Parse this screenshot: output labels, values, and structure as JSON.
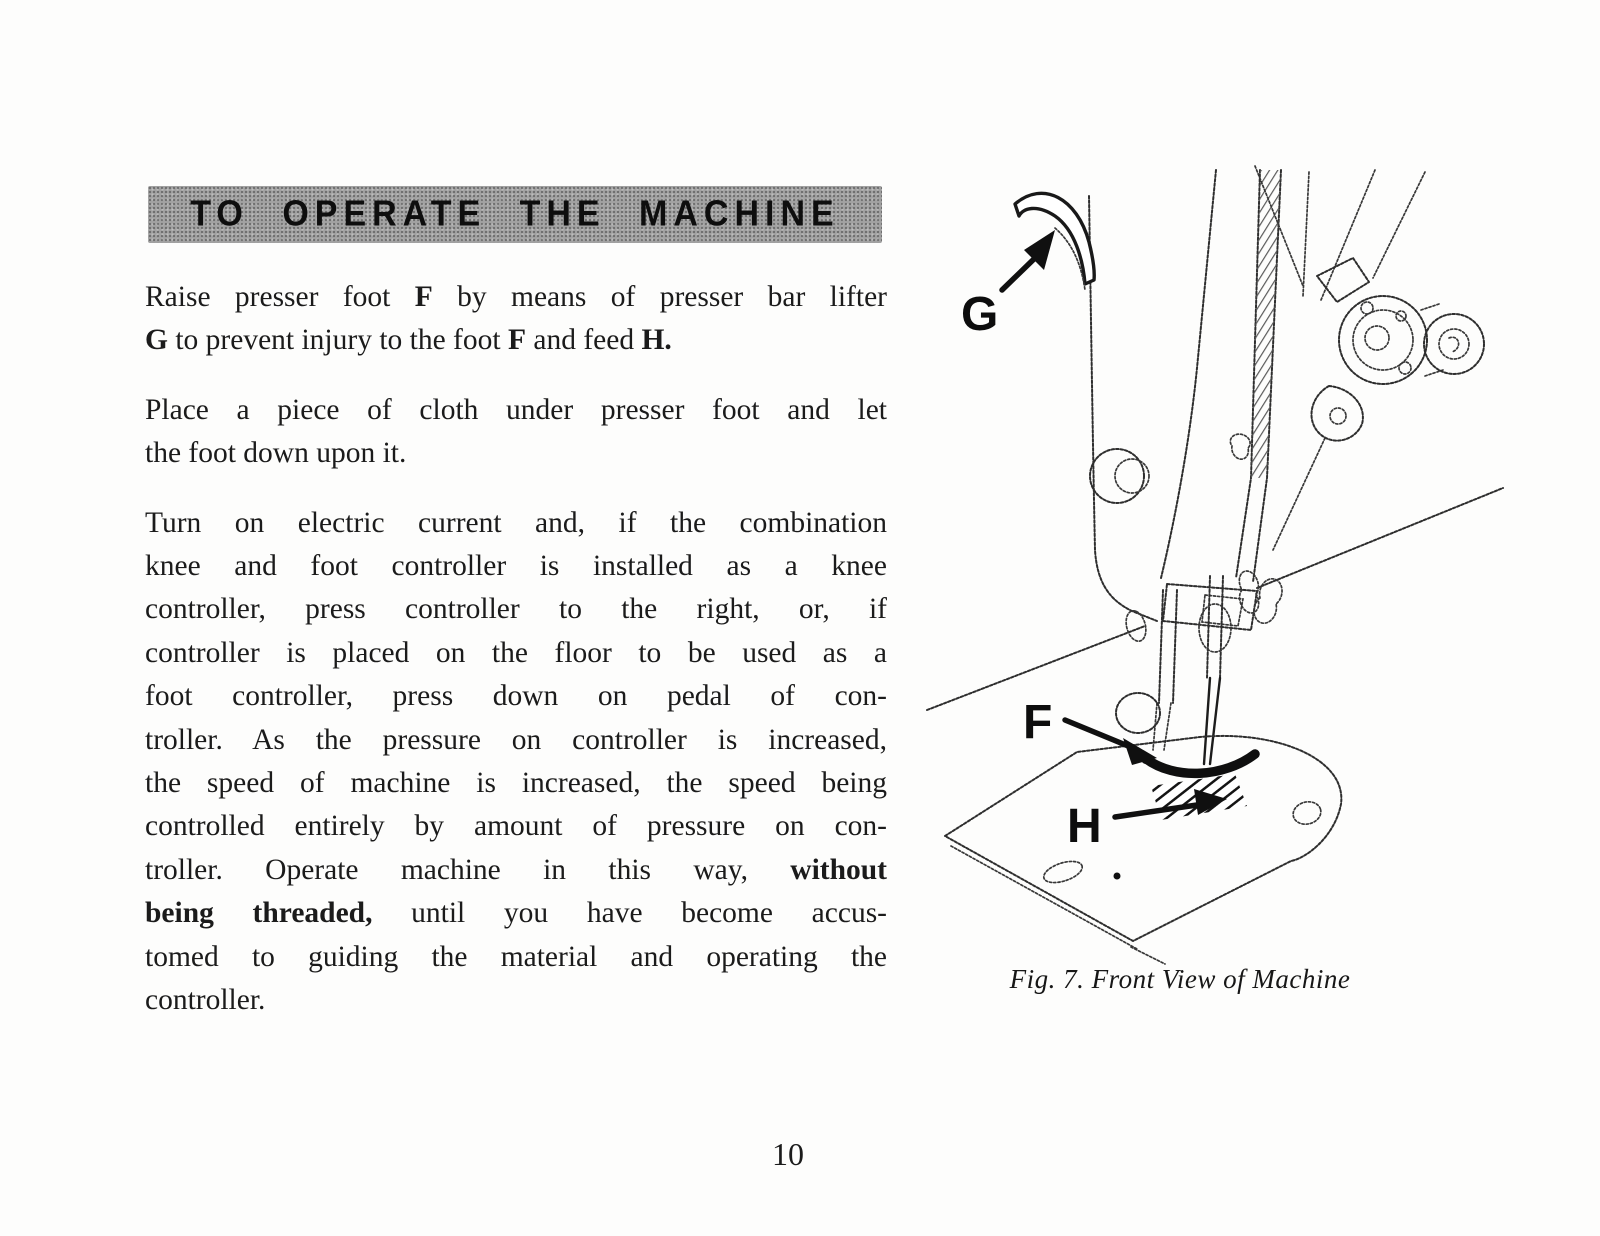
{
  "banner": {
    "title": "TO OPERATE THE MACHINE"
  },
  "content": {
    "paragraphs": [
      {
        "lines": [
          {
            "justify": true,
            "segments": [
              {
                "text": "Raise presser foot "
              },
              {
                "text": "F",
                "bold": true
              },
              {
                "text": " by means of presser bar lifter"
              }
            ]
          },
          {
            "justify": false,
            "segments": [
              {
                "text": "G",
                "bold": true
              },
              {
                "text": " to prevent injury to the foot "
              },
              {
                "text": "F",
                "bold": true
              },
              {
                "text": " and feed "
              },
              {
                "text": "H.",
                "bold": true
              }
            ]
          }
        ]
      },
      {
        "lines": [
          {
            "justify": true,
            "segments": [
              {
                "text": "Place a piece of cloth under presser foot and let"
              }
            ]
          },
          {
            "justify": false,
            "segments": [
              {
                "text": "the foot down upon it."
              }
            ]
          }
        ]
      },
      {
        "lines": [
          {
            "justify": true,
            "segments": [
              {
                "text": "Turn on electric current and, if the combination"
              }
            ]
          },
          {
            "justify": true,
            "segments": [
              {
                "text": "knee and foot controller is installed as a knee"
              }
            ]
          },
          {
            "justify": true,
            "segments": [
              {
                "text": "controller, press controller to the right, or, if"
              }
            ]
          },
          {
            "justify": true,
            "segments": [
              {
                "text": "controller is placed on the floor to be used as a"
              }
            ]
          },
          {
            "justify": true,
            "segments": [
              {
                "text": "foot controller, press down on pedal of con-"
              }
            ]
          },
          {
            "justify": true,
            "segments": [
              {
                "text": "troller. As the pressure on controller is increased,"
              }
            ]
          },
          {
            "justify": true,
            "segments": [
              {
                "text": "the speed of machine is increased, the speed being"
              }
            ]
          },
          {
            "justify": true,
            "segments": [
              {
                "text": "controlled entirely by amount of pressure on con-"
              }
            ]
          },
          {
            "justify": true,
            "segments": [
              {
                "text": "troller. Operate machine in this way, "
              },
              {
                "text": "without",
                "bold": true
              }
            ]
          },
          {
            "justify": true,
            "segments": [
              {
                "text": "being threaded,",
                "bold": true
              },
              {
                "text": " until you have become accus-"
              }
            ]
          },
          {
            "justify": true,
            "segments": [
              {
                "text": "tomed to guiding the material and operating the"
              }
            ]
          },
          {
            "justify": false,
            "segments": [
              {
                "text": "controller."
              }
            ]
          }
        ]
      }
    ]
  },
  "figure": {
    "caption": "Fig. 7. Front View of Machine",
    "labels": {
      "lifter": "G",
      "presser_foot": "F",
      "feed": "H"
    }
  },
  "page": {
    "number": "10"
  }
}
